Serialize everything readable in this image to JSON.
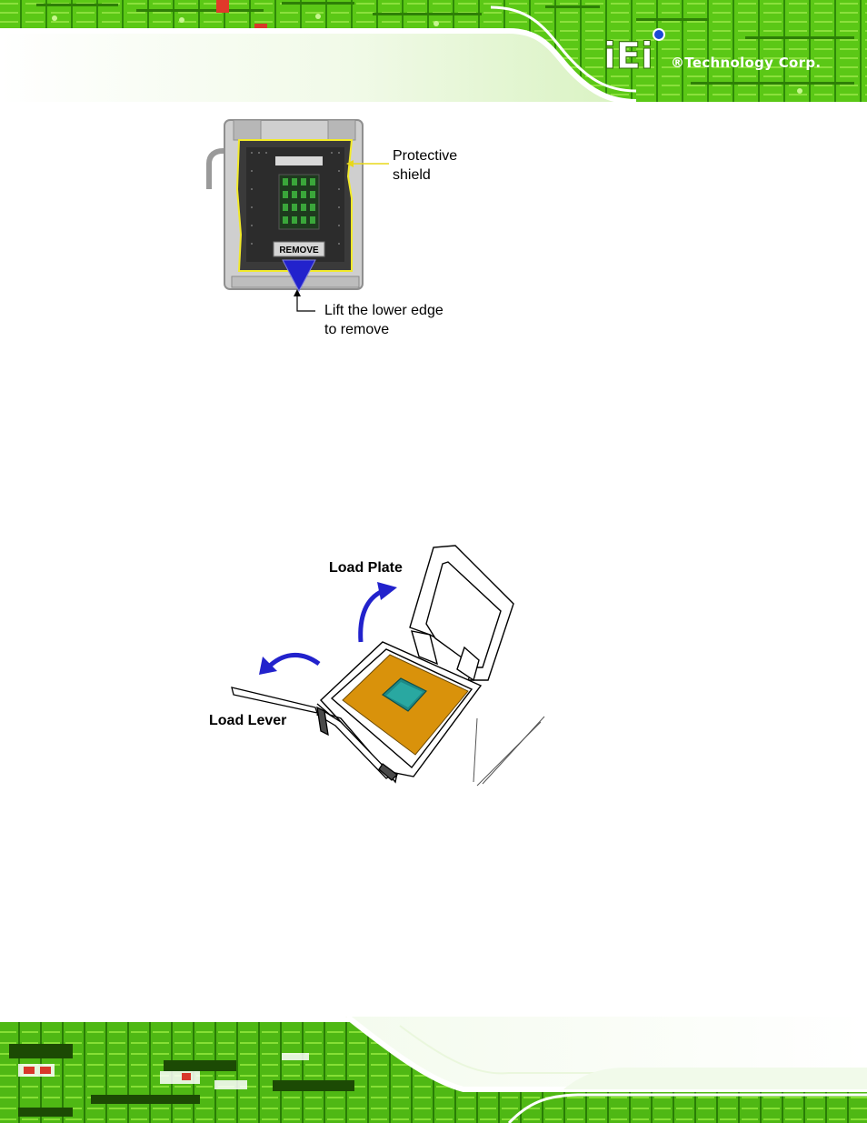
{
  "header": {
    "brand_text": "®Technology Corp.",
    "logo_text": "iEi"
  },
  "figure_shield": {
    "label_protective": [
      "Protective",
      "shield"
    ],
    "label_lift": [
      "Lift the lower edge",
      "to remove"
    ],
    "remove_tab_text": "REMOVE"
  },
  "figure_socket": {
    "label_load_plate": "Load Plate",
    "label_load_lever": "Load Lever"
  },
  "colors": {
    "pcb_green": "#58c414",
    "pcb_dark": "#1f5e05",
    "arrow_blue": "#2222cc",
    "shield_yellow": "#f2ea2a",
    "cpu_orange": "#d9920b",
    "cpu_teal": "#1d8a86"
  }
}
